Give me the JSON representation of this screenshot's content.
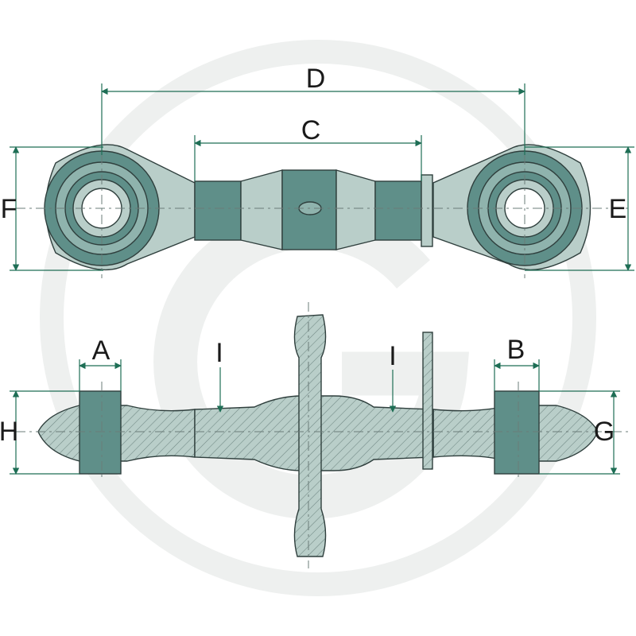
{
  "labels": {
    "a": "A",
    "b": "B",
    "c": "C",
    "d": "D",
    "e": "E",
    "f": "F",
    "g": "G",
    "h": "H",
    "i_left": "I",
    "i_right": "I"
  },
  "colors": {
    "part_dark": "#5f8f89",
    "part_mid": "#8fb3ad",
    "part_light": "#b9cec9",
    "outline": "#2f3f3d",
    "dimension": "#1e6e55",
    "watermark": "#eef0ef",
    "centerline": "#6b7c79"
  },
  "icons": {
    "watermark": "brand-watermark-logo"
  }
}
